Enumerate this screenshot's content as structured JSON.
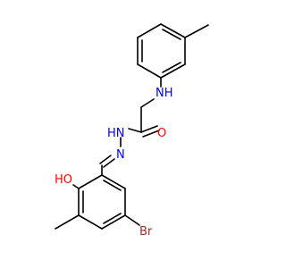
{
  "molecule": {
    "atoms": [
      {
        "id": "n_amine",
        "text": "N",
        "sub": "H",
        "color": "#0000ff"
      },
      {
        "id": "n_amide",
        "text": "N",
        "sub": "H",
        "color": "#0000ff"
      },
      {
        "id": "n_imine",
        "text": "N",
        "sub": "",
        "color": "#0000ff"
      },
      {
        "id": "o_carbonyl",
        "text": "O",
        "sub": "",
        "color": "#ff0000"
      },
      {
        "id": "o_hydroxyl",
        "text": "HO",
        "sub": "",
        "color": "#ff0000"
      },
      {
        "id": "br",
        "text": "Br",
        "sub": "",
        "color": "#a52a2a"
      }
    ]
  }
}
